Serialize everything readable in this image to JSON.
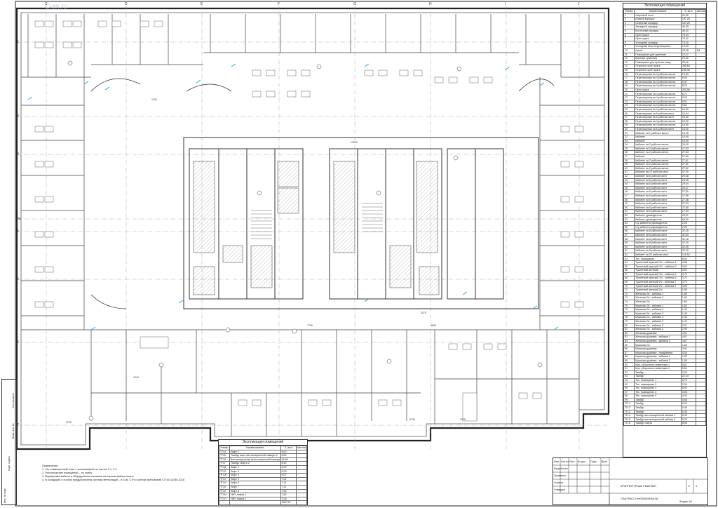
{
  "watermark": "Cian.ru",
  "axes": {
    "top": [
      "C",
      "D",
      "E",
      "F",
      "G",
      "H",
      "I",
      "J"
    ],
    "left": [
      "1",
      "2",
      "3",
      "3a",
      "4",
      "5",
      "6",
      "7"
    ]
  },
  "rooms_main": {
    "title": "Экспликация помещений",
    "headers": [
      "Номер",
      "Наименование",
      "S, кв.м",
      "Кат.пом"
    ],
    "rows": [
      [
        "1",
        "Лифтовой холл",
        "20,90",
        ""
      ],
      [
        "2",
        "Южный коридор",
        "157,20",
        ""
      ],
      [
        "3",
        "Северный коридор",
        "157,20",
        ""
      ],
      [
        "4",
        "Западный коридор",
        "46,30",
        ""
      ],
      [
        "5",
        "Восточный коридор",
        "46,30",
        ""
      ],
      [
        "6",
        "Open space",
        "75,44",
        ""
      ],
      [
        "7",
        "Open space",
        "75,42",
        ""
      ],
      [
        "8",
        "Холодный коридор",
        "74,00",
        ""
      ],
      [
        "9",
        "Холодный блок переговорных",
        "14,00",
        ""
      ],
      [
        "10",
        "Архив",
        "28,38",
        "В4"
      ],
      [
        "11",
        "Помещение для хранения",
        "22,07",
        ""
      ],
      [
        "12",
        "Комната хранения",
        "14,40",
        ""
      ],
      [
        "13",
        "Помещение для приема пищи",
        "36,16",
        ""
      ],
      [
        "14",
        "Открытое open space",
        "358,64",
        ""
      ],
      [
        "15",
        "Открытое open space",
        "255,46",
        ""
      ],
      [
        "16",
        "Переговорная на 4 рабочих места",
        "10,60",
        ""
      ],
      [
        "17",
        "Переговорная на 4 рабочих места",
        "9,00",
        ""
      ],
      [
        "18",
        "Переговорная на 4 рабочих места",
        "9,47",
        ""
      ],
      [
        "19",
        "Переговорная на 4 рабочих места",
        "8,20",
        ""
      ],
      [
        "20",
        "Open space",
        "283,56",
        ""
      ],
      [
        "21",
        "Переговорная на 4 рабочих места",
        "8,70",
        ""
      ],
      [
        "22",
        "Переговорная на 4 рабочих места",
        "9,20",
        ""
      ],
      [
        "23",
        "Переговорная на 4 рабочих места",
        "9,51",
        ""
      ],
      [
        "24",
        "Переговорная на 4 рабочих места",
        "9,60",
        ""
      ],
      [
        "25",
        "Переговорная на 4 рабочих места",
        "16,50",
        ""
      ],
      [
        "26",
        "Переговорная на 6 рабочих мест",
        "16,04",
        ""
      ],
      [
        "27",
        "Переговорная на 6 рабочих мест",
        "16,30",
        ""
      ],
      [
        "28",
        "Переговорная на 4 рабочих места",
        "16,30",
        ""
      ],
      [
        "29",
        "Переговорная на 4 рабочих места",
        "16,80",
        ""
      ],
      [
        "30",
        "Переговорная на 6 рабочих мест",
        "16,00",
        ""
      ],
      [
        "31",
        "Кабинет на 1 рабочее место",
        "16,16",
        ""
      ],
      [
        "32",
        "Кабинет",
        "16,90",
        ""
      ],
      [
        "33",
        "Кабинет",
        "15,00",
        ""
      ],
      [
        "34",
        "Кабинет на 2 рабочих места",
        "20,00",
        ""
      ],
      [
        "35",
        "Кабинет на 2 рабочих места",
        "27,63",
        ""
      ],
      [
        "36",
        "Кабинет на 2 рабочих места",
        "27,63",
        ""
      ],
      [
        "37",
        "Кабинет",
        "27,60",
        ""
      ],
      [
        "38",
        "Кабинет на 2 рабочих места",
        "27,61",
        ""
      ],
      [
        "39",
        "Кабинет на 2 рабочих места",
        "27,61",
        ""
      ],
      [
        "40",
        "Кабинет на 2 рабочих места",
        "27,62",
        ""
      ],
      [
        "41",
        "Кабинет на 10 рабочих мест",
        "47,00",
        ""
      ],
      [
        "42",
        "Кабинет на 6 рабочих мест",
        "29,38",
        ""
      ],
      [
        "43",
        "Кабинет на 6 рабочих мест",
        "29,25",
        ""
      ],
      [
        "44",
        "Кабинет на 6 рабочих мест",
        "29,44",
        ""
      ],
      [
        "45",
        "Кабинет на 6 рабочих мест",
        "29,47",
        ""
      ],
      [
        "46",
        "Кабинет на 6 рабочих мест",
        "27,50",
        ""
      ],
      [
        "47",
        "Кабинет на 6 рабочих мест",
        "27,65",
        ""
      ],
      [
        "48",
        "Кабинет на 6 рабочих мест",
        "27,68",
        ""
      ],
      [
        "49",
        "Кабинет на 6 рабочих мест",
        "27,63",
        ""
      ],
      [
        "50",
        "Кабинет на 6 рабочих мест",
        "27,60",
        ""
      ],
      [
        "51",
        "Кабинет на 6 рабочих мест",
        "27,63",
        ""
      ],
      [
        "52",
        "Кабинет руководителя",
        "25,01",
        ""
      ],
      [
        "53",
        "Кабинет руководителя",
        "68,90",
        ""
      ],
      [
        "54",
        "С/у кабинета руководителя",
        "2,28",
        ""
      ],
      [
        "55",
        "С/у кабинета руководителя",
        "2,28",
        ""
      ],
      [
        "56",
        "Кабинет на 8 рабочих мест",
        "32,35",
        ""
      ],
      [
        "57",
        "Кабинет на 8 рабочих мест",
        "32,83",
        ""
      ],
      [
        "58",
        "Кабинет на 8 рабочих мест",
        "32,18",
        ""
      ],
      [
        "59",
        "Кабинет на 8 рабочих мест",
        "32,20",
        ""
      ],
      [
        "60",
        "Кабинет на 8 рабочих мест",
        "32,95",
        ""
      ],
      [
        "61",
        "Кабинет на 8 рабочих мест",
        "30,20",
        ""
      ],
      [
        "62",
        "Кабинет на 20 рабочих мест",
        "116,54",
        ""
      ],
      [
        "63",
        "Тех. помещение",
        "6,50",
        ""
      ],
      [
        "64",
        "Туалетный мужской 2/с - кабинка 1",
        "3,85",
        ""
      ],
      [
        "65",
        "Туалетный мужской 2/с - кабинка 2",
        "3,63",
        ""
      ],
      [
        "66",
        "Туалетный женский",
        "3,67",
        ""
      ],
      [
        "67",
        "Туалетный мужской 2/с - кабинка 1",
        "3,70",
        ""
      ],
      [
        "68",
        "Туалетный мужской 2/с - кабинка 2",
        "3,72",
        ""
      ],
      [
        "69",
        "Туалетный женский 2/с - кабинка 1",
        "3,72",
        ""
      ],
      [
        "70",
        "Туалетный женский 2/с - кабинка 2",
        "3,50",
        ""
      ],
      [
        "71",
        "Туалетный женский 2/с",
        "1,80",
        ""
      ],
      [
        "72",
        "Женская 2/с - кабинка 1",
        "1,80",
        ""
      ],
      [
        "73",
        "Женская 2/с - кабинка 2",
        "1,60",
        ""
      ],
      [
        "74",
        "Женская 2/с",
        "1,60",
        ""
      ],
      [
        "75",
        "Мужская 2/с - кабинка 1",
        "1,62",
        ""
      ],
      [
        "76",
        "Мужская 2/с - кабинка 2",
        "1,40",
        ""
      ],
      [
        "77",
        "Мужская 2/с - кабинка 3",
        "1,40",
        ""
      ],
      [
        "78",
        "Мужская 2/с - кабинка 4",
        "1,42",
        ""
      ],
      [
        "79",
        "Женская 2/с - кабинка 2",
        "1,42",
        ""
      ],
      [
        "80",
        "Женская 2/с - кабинка 3",
        "2,57",
        ""
      ],
      [
        "81",
        "Женская 2/с - кабинка 4",
        "2,90",
        ""
      ],
      [
        "82",
        "Женская душевая",
        "3,91",
        ""
      ],
      [
        "83",
        "Женская душевая - кабинка 1",
        "4,67",
        ""
      ],
      [
        "84",
        "Женская душевая - кабинка 2",
        "4,67",
        ""
      ],
      [
        "85",
        "Мужская 2/с",
        "1,80",
        ""
      ],
      [
        "86",
        "Мужская душевая",
        "3,91",
        ""
      ],
      [
        "87",
        "Мужская душевая - предбанник",
        "4,00",
        ""
      ],
      [
        "88",
        "Мужская душевая - кабинка 1",
        "1,80",
        ""
      ],
      [
        "89",
        "Мужская душевая - кабинка 2",
        "1,80",
        ""
      ],
      [
        "90",
        "Ком. уборочного инвентаря 1",
        "5,81",
        ""
      ],
      [
        "91",
        "Ком. уборочного инвентаря 2",
        "5,63",
        ""
      ],
      [
        "92",
        "Тамбур",
        "2,53",
        ""
      ],
      [
        "93",
        "Тамбур",
        "22,34",
        ""
      ],
      [
        "94",
        "Тех. помещение 1",
        "5,74",
        ""
      ],
      [
        "95",
        "Тех. помещение 2",
        "2,34",
        ""
      ],
      [
        "96",
        "Тех. помещение 3",
        "5,91",
        ""
      ],
      [
        "97",
        "Тех. помещение 4",
        "3,08",
        ""
      ],
      [
        "98",
        "Тех. помещение 5",
        "4,03",
        ""
      ],
      [
        "99",
        "Тамбур",
        "0,66",
        ""
      ],
      [
        "ТП-1",
        "Тамбур",
        "5,00",
        ""
      ],
      [
        "ТП-2",
        "Тамбур",
        "5,46",
        ""
      ],
      [
        "ТП-3",
        "Тамбур",
        "5,30",
        ""
      ],
      [
        "ТП-4",
        "Тамбур вентиляционной кабины 1",
        "5,30",
        ""
      ],
      [
        "ТП-5",
        "Тамбур вентиляционной кабины 2",
        "5,29",
        ""
      ],
      [
        "ТП-6",
        "Тамбур лифта",
        "8,96",
        ""
      ]
    ]
  },
  "rooms_small": {
    "title": "Экспликация помещений",
    "headers": [
      "Номер",
      "Наименование",
      "S, кв.м",
      "Кат.пом"
    ],
    "rows": [
      [
        "ТП-А",
        "Лифт 1",
        "9,00",
        ""
      ],
      [
        "ТП-Б",
        "Тамбур шахт вентиляционной камеры 2",
        "8,69",
        ""
      ],
      [
        "ТП-В",
        "Вентиляционная вентиляционной камеры 2",
        "26,68",
        ""
      ],
      [
        "ТП-Г",
        "Тамбур лифта 2",
        "5,90",
        ""
      ],
      [
        "ТП-Д",
        "Лифт 2",
        "9,00",
        ""
      ],
      [
        "ТП-Е",
        "Лифт 3",
        "9,00",
        ""
      ],
      [
        "ТП-Ж",
        "Лифт 4",
        "9,07",
        ""
      ],
      [
        "ТП-З",
        "Лифт 5",
        "7,21",
        ""
      ],
      [
        "ТП-И",
        "Лифт 6",
        "7,21",
        ""
      ],
      [
        "ТП-К",
        "Лифт 7",
        "7,21",
        ""
      ],
      [
        "ТП-Л",
        "Лифт 8",
        "7,51",
        ""
      ],
      [
        "ТП-М",
        "НИУ лифта 1",
        "7,62",
        ""
      ],
      [
        "ТП-Н",
        "НИУ лифта 2",
        "7,05",
        ""
      ],
      [
        "",
        "",
        "2967,54",
        ""
      ]
    ]
  },
  "notes": {
    "title": "Примечания:",
    "lines": [
      "1. См. совмещенный план с экспликацией на листах 2.1, 2.2",
      "2. Расположение помещений – по плану",
      "3. Маркировка мебели и оборудования показана на перспективном плане",
      "4. В коридорах и холлах предусмотрена система вентиляции – в 5 кв. СТН с учетом требований СП 60.13330.2016"
    ]
  },
  "title_block": {
    "cells": [
      "Изм.",
      "Кол.уч.",
      "Лист",
      "№ док.",
      "Подп.",
      "Дата",
      "Разработал",
      "Проверил",
      "Н.контр.",
      "Утвердил",
      "АРХИТЕКТУРНЫЕ РЕШЕНИЯ",
      "П",
      "3",
      "ПЛАН РАССТАНОВКИ МЕБЕЛИ",
      "Формат A3"
    ]
  },
  "left_stamp": [
    "Инв. № подл.",
    "Подп. и дата",
    "Взам. инв. №",
    "Согласовано"
  ],
  "dims": [
    "13976",
    "1025",
    "3725",
    "7760",
    "4690",
    "2070",
    "1540",
    "3735",
    "2975"
  ]
}
